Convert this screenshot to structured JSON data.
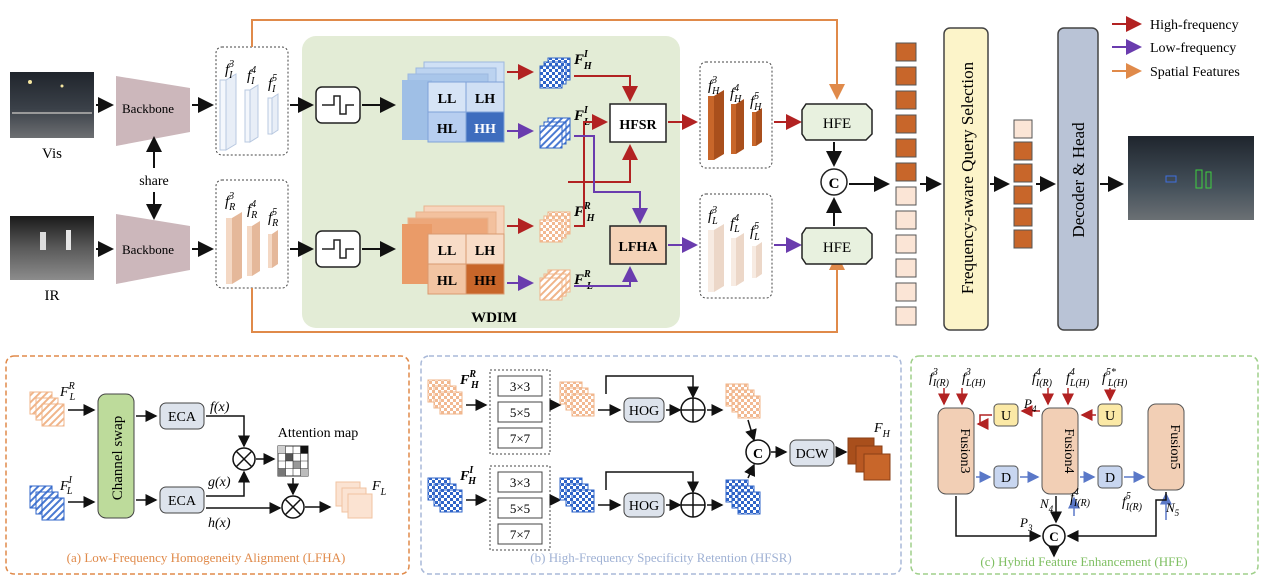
{
  "top": {
    "vis_label": "Vis",
    "ir_label": "IR",
    "backbone": "Backbone",
    "share": "share",
    "wdim": "WDIM",
    "ll": "LL",
    "lh": "LH",
    "hl": "HL",
    "hh": "HH",
    "hfsr": "HFSR",
    "lfha": "LFHA",
    "hfe": "HFE",
    "concat": "C",
    "query_selection": "Frequency-aware Query Selection",
    "decoder": "Decoder & Head",
    "feat_i": {
      "base": "f",
      "sub": "I",
      "s3": "3",
      "s4": "4",
      "s5": "5"
    },
    "feat_r": {
      "base": "f",
      "sub": "R",
      "s3": "3",
      "s4": "4",
      "s5": "5"
    },
    "feat_h": {
      "base": "f",
      "sub": "H",
      "s3": "3",
      "s4": "4",
      "s5": "5"
    },
    "feat_l": {
      "base": "f",
      "sub": "L",
      "s3": "3",
      "s4": "4",
      "s5": "5"
    },
    "fhi": {
      "base": "F",
      "sub": "H",
      "sup": "I"
    },
    "fli": {
      "base": "F",
      "sub": "L",
      "sup": "I"
    },
    "fhr": {
      "base": "F",
      "sub": "H",
      "sup": "R"
    },
    "flr": {
      "base": "F",
      "sub": "L",
      "sup": "R"
    }
  },
  "legend": {
    "high": "High-frequency",
    "low": "Low-frequency",
    "spatial": "Spatial Features",
    "high_color": "#b22222",
    "low_color": "#6a3cae",
    "spatial_color": "#e08a4a"
  },
  "lfha_panel": {
    "caption": "(a) Low-Frequency Homogeneity Alignment (LFHA)",
    "channel_swap": "Channel swap",
    "eca": "ECA",
    "fx": "f(x)",
    "gx": "g(x)",
    "hx": "h(x)",
    "attention_map": "Attention map",
    "in_r": {
      "base": "F",
      "sub": "L",
      "sup": "R"
    },
    "in_i": {
      "base": "F",
      "sub": "L",
      "sup": "I"
    },
    "out": {
      "base": "F",
      "sub": "L"
    }
  },
  "hfsr_panel": {
    "caption": "(b) High-Frequency Specificity Retention (HFSR)",
    "k3": "3×3",
    "k5": "5×5",
    "k7": "7×7",
    "hog": "HOG",
    "dcw": "DCW",
    "concat": "C",
    "in_r": {
      "base": "F",
      "sub": "H",
      "sup": "R"
    },
    "in_i": {
      "base": "F",
      "sub": "H",
      "sup": "I"
    },
    "out": {
      "base": "F",
      "sub": "H"
    }
  },
  "hfe_panel": {
    "caption": "(c) Hybrid Feature Enhancement (HFE)",
    "fusion3": "Fusion3",
    "fusion4": "Fusion4",
    "fusion5": "Fusion5",
    "u": "U",
    "d": "D",
    "concat": "C",
    "f3_ir": {
      "base": "f",
      "sub": "I(R)",
      "sup": "3"
    },
    "f3_lh": {
      "base": "f",
      "sub": "L(H)",
      "sup": "3"
    },
    "f4_ir": {
      "base": "f",
      "sub": "I(R)",
      "sup": "4"
    },
    "f4_lh": {
      "base": "f",
      "sub": "L(H)",
      "sup": "4"
    },
    "f5_lh": {
      "base": "f",
      "sub": "L(H)",
      "sup": "5*"
    },
    "f4_ir_b": {
      "base": "f",
      "sub": "I(R)",
      "sup": "4"
    },
    "f5_ir_b": {
      "base": "f",
      "sub": "I(R)",
      "sup": "5"
    },
    "p4": {
      "base": "P",
      "sub": "4"
    },
    "p3": {
      "base": "P",
      "sub": "3"
    },
    "n4": {
      "base": "N",
      "sub": "4"
    },
    "n5": {
      "base": "N",
      "sub": "5"
    }
  },
  "colors": {
    "orange_fill": "#c8662a",
    "orange_light": "#f5d3b8",
    "blue_fill": "#2f64c8",
    "blue_light": "#cfe0f5",
    "green_bg": "#e3ecd6",
    "hfe_box": "#e8f1df"
  }
}
